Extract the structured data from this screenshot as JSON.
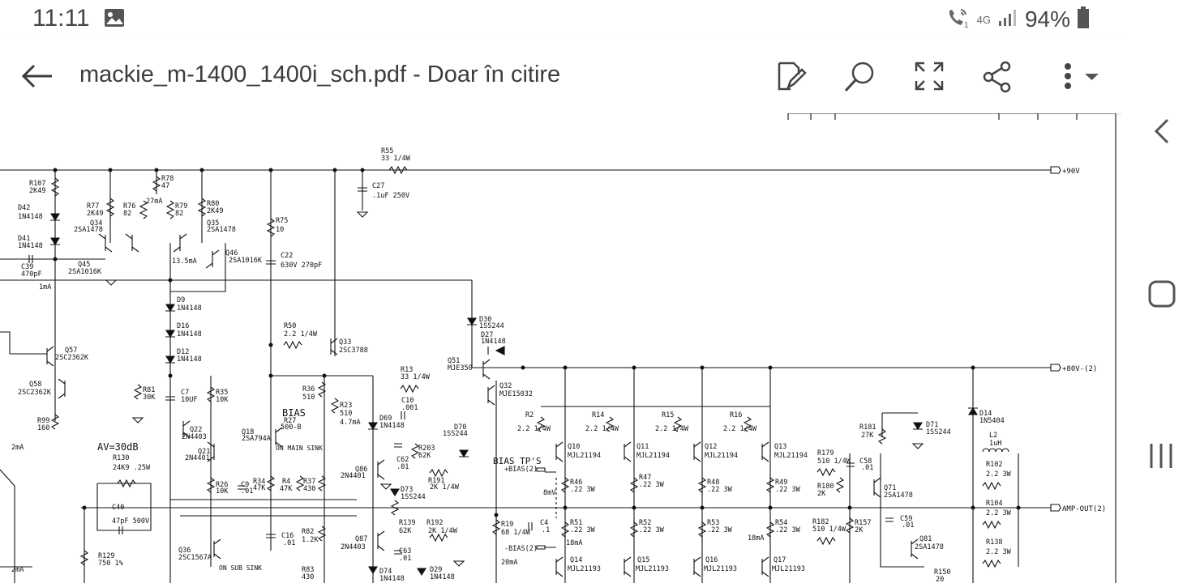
{
  "status_bar": {
    "time": "11:11",
    "network": "4G",
    "battery": "94%",
    "icons": [
      "image-icon",
      "wifi-call-icon",
      "signal-icon",
      "battery-icon"
    ]
  },
  "app_bar": {
    "title": "mackie_m-1400_1400i_sch.pdf - Doar în citire",
    "icons": [
      "back-arrow-icon",
      "edit-icon",
      "search-icon",
      "fullscreen-icon",
      "share-icon",
      "more-icon"
    ]
  },
  "nav": {
    "icons": [
      "chevron-left-icon",
      "home-icon",
      "recents-icon"
    ]
  },
  "schematic": {
    "rails": [
      "+90V",
      "+80V-(2)",
      "AMP-OUT(2)"
    ],
    "labels": {
      "av": "AV=30dB",
      "bias": "BIAS",
      "bias_tps": "BIAS TP'S",
      "bias_plus": "+BIAS(2)",
      "bias_minus": "-BIAS(2)",
      "on_main_sink": "ON MAIN SINK",
      "on_sub_sink": "ON SUB SINK"
    },
    "parts": [
      {
        "ref": "R55",
        "value": "33 1/4W"
      },
      {
        "ref": "C27",
        "value": ".1uF 250V"
      },
      {
        "ref": "R107",
        "value": "2K49"
      },
      {
        "ref": "R78",
        "value": "47"
      },
      {
        "ref": "R77",
        "value": "2K49"
      },
      {
        "ref": "R76",
        "value": "82"
      },
      {
        "ref": "R79",
        "value": "82"
      },
      {
        "ref": "R80",
        "value": "2K49"
      },
      {
        "ref": "D42",
        "value": "1N4148"
      },
      {
        "ref": "D41",
        "value": "1N4148"
      },
      {
        "ref": "Q34",
        "value": "2SA1478"
      },
      {
        "ref": "Q35",
        "value": "2SA1478"
      },
      {
        "ref": "R75",
        "value": "10"
      },
      {
        "ref": "C39",
        "value": "470pF"
      },
      {
        "ref": "Q45",
        "value": "2SA1016K"
      },
      {
        "ref": "Q46",
        "value": "2SA1016K"
      },
      {
        "ref": "C22",
        "value": "630V 270pF"
      },
      {
        "ref": "D9",
        "value": "1N4148"
      },
      {
        "ref": "D16",
        "value": "1N4148"
      },
      {
        "ref": "D12",
        "value": "1N4148"
      },
      {
        "ref": "R50",
        "value": "2.2 1/4W"
      },
      {
        "ref": "Q33",
        "value": "2SC3788"
      },
      {
        "ref": "D30",
        "value": "1SS244"
      },
      {
        "ref": "D27",
        "value": "1N4148"
      },
      {
        "ref": "Q51",
        "value": "MJE350"
      },
      {
        "ref": "Q32",
        "value": "MJE15032"
      },
      {
        "ref": "Q57",
        "value": "2SC2362K"
      },
      {
        "ref": "Q58",
        "value": "2SC2362K"
      },
      {
        "ref": "R81",
        "value": "30K"
      },
      {
        "ref": "C7",
        "value": "10UF"
      },
      {
        "ref": "R35",
        "value": "10K"
      },
      {
        "ref": "R36",
        "value": "510"
      },
      {
        "ref": "R23",
        "value": "510"
      },
      {
        "ref": "R13",
        "value": "33 1/4W"
      },
      {
        "ref": "C10",
        "value": ".001"
      },
      {
        "ref": "R99",
        "value": "160"
      },
      {
        "ref": "Q22",
        "value": "2N4403"
      },
      {
        "ref": "Q21",
        "value": "2N4401"
      },
      {
        "ref": "Q18",
        "value": "2SA794A"
      },
      {
        "ref": "R27",
        "value": "500-B"
      },
      {
        "ref": "D69",
        "value": "1N4148"
      },
      {
        "ref": "D70",
        "value": "1SS244"
      },
      {
        "ref": "R203",
        "value": "62K"
      },
      {
        "ref": "Q86",
        "value": "2N4401"
      },
      {
        "ref": "C62",
        "value": ".01"
      },
      {
        "ref": "R191",
        "value": "2K 1/4W"
      },
      {
        "ref": "D73",
        "value": "1SS244"
      },
      {
        "ref": "R130",
        "value": "24K9 .25W"
      },
      {
        "ref": "R26",
        "value": "10K"
      },
      {
        "ref": "C9",
        "value": ".01"
      },
      {
        "ref": "R34",
        "value": "47K"
      },
      {
        "ref": "R4",
        "value": "47K"
      },
      {
        "ref": "R37",
        "value": "430"
      },
      {
        "ref": "C40",
        "value": "47pF 500V"
      },
      {
        "ref": "R2",
        "value": "2.2 1/4W"
      },
      {
        "ref": "R14",
        "value": "2.2 1/4W"
      },
      {
        "ref": "R15",
        "value": "2.2 1/4W"
      },
      {
        "ref": "R16",
        "value": "2.2 1/4W"
      },
      {
        "ref": "Q10",
        "value": "MJL21194"
      },
      {
        "ref": "Q11",
        "value": "MJL21194"
      },
      {
        "ref": "Q12",
        "value": "MJL21194"
      },
      {
        "ref": "Q13",
        "value": "MJL21194"
      },
      {
        "ref": "R46",
        "value": ".22 3W"
      },
      {
        "ref": "R47",
        "value": ".22 3W"
      },
      {
        "ref": "R48",
        "value": ".22 3W"
      },
      {
        "ref": "R49",
        "value": ".22 3W"
      },
      {
        "ref": "R181",
        "value": "27K"
      },
      {
        "ref": "D71",
        "value": "1SS244"
      },
      {
        "ref": "R179",
        "value": "510 1/4W"
      },
      {
        "ref": "R180",
        "value": "2K"
      },
      {
        "ref": "C58",
        "value": ".01"
      },
      {
        "ref": "Q71",
        "value": "2SA1478"
      },
      {
        "ref": "D14",
        "value": "1N5404"
      },
      {
        "ref": "L2",
        "value": "1uH"
      },
      {
        "ref": "R102",
        "value": "2.2 3W"
      },
      {
        "ref": "R104",
        "value": "2.2 3W"
      },
      {
        "ref": "R138",
        "value": "2.2 3W"
      },
      {
        "ref": "R19",
        "value": "68 1/4W"
      },
      {
        "ref": "C4",
        "value": ".1"
      },
      {
        "ref": "R51",
        "value": ".22 3W"
      },
      {
        "ref": "R52",
        "value": ".22 3W"
      },
      {
        "ref": "R53",
        "value": ".22 3W"
      },
      {
        "ref": "R54",
        "value": ".22 3W"
      },
      {
        "ref": "R182",
        "value": "510 1/4W"
      },
      {
        "ref": "R157",
        "value": "2K"
      },
      {
        "ref": "C59",
        "value": ".01"
      },
      {
        "ref": "Q81",
        "value": "2SA1478"
      },
      {
        "ref": "Q14",
        "value": "MJL21193"
      },
      {
        "ref": "Q15",
        "value": "MJL21193"
      },
      {
        "ref": "Q16",
        "value": "MJL21193"
      },
      {
        "ref": "Q17",
        "value": "MJL21193"
      },
      {
        "ref": "R139",
        "value": "62K"
      },
      {
        "ref": "R192",
        "value": "2K 1/4W"
      },
      {
        "ref": "Q87",
        "value": "2N4403"
      },
      {
        "ref": "C63",
        "value": ".01"
      },
      {
        "ref": "D74",
        "value": "1N4148"
      },
      {
        "ref": "D29",
        "value": "1N4148"
      },
      {
        "ref": "C16",
        "value": ".01"
      },
      {
        "ref": "R82",
        "value": "1.2K"
      },
      {
        "ref": "R83",
        "value": "430"
      },
      {
        "ref": "Q36",
        "value": "2SC1567A"
      },
      {
        "ref": "R129",
        "value": "750 1%"
      },
      {
        "ref": "R150",
        "value": "20"
      }
    ],
    "currents": [
      "27mA",
      "13.5mA",
      "1mA",
      "2mA",
      "2mA",
      "4.7mA",
      "8mV",
      "18mA",
      "18mA",
      "20mA"
    ]
  }
}
